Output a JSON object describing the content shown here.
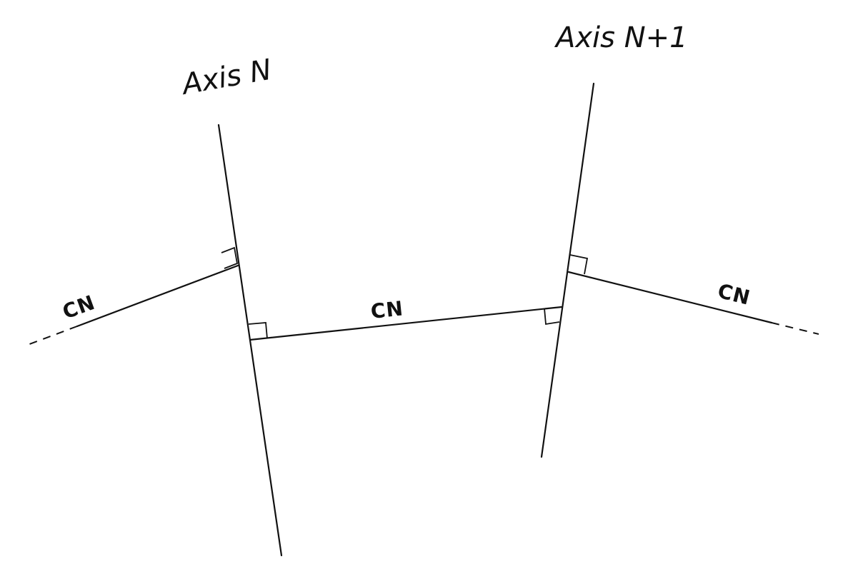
{
  "labels": {
    "axis_n": "Axis N",
    "axis_n_plus_1": "Axis N+1",
    "cn_left": "CN",
    "cn_middle": "CN",
    "cn_right": "CN"
  },
  "colors": {
    "ink": "#111111",
    "background": "#ffffff"
  }
}
